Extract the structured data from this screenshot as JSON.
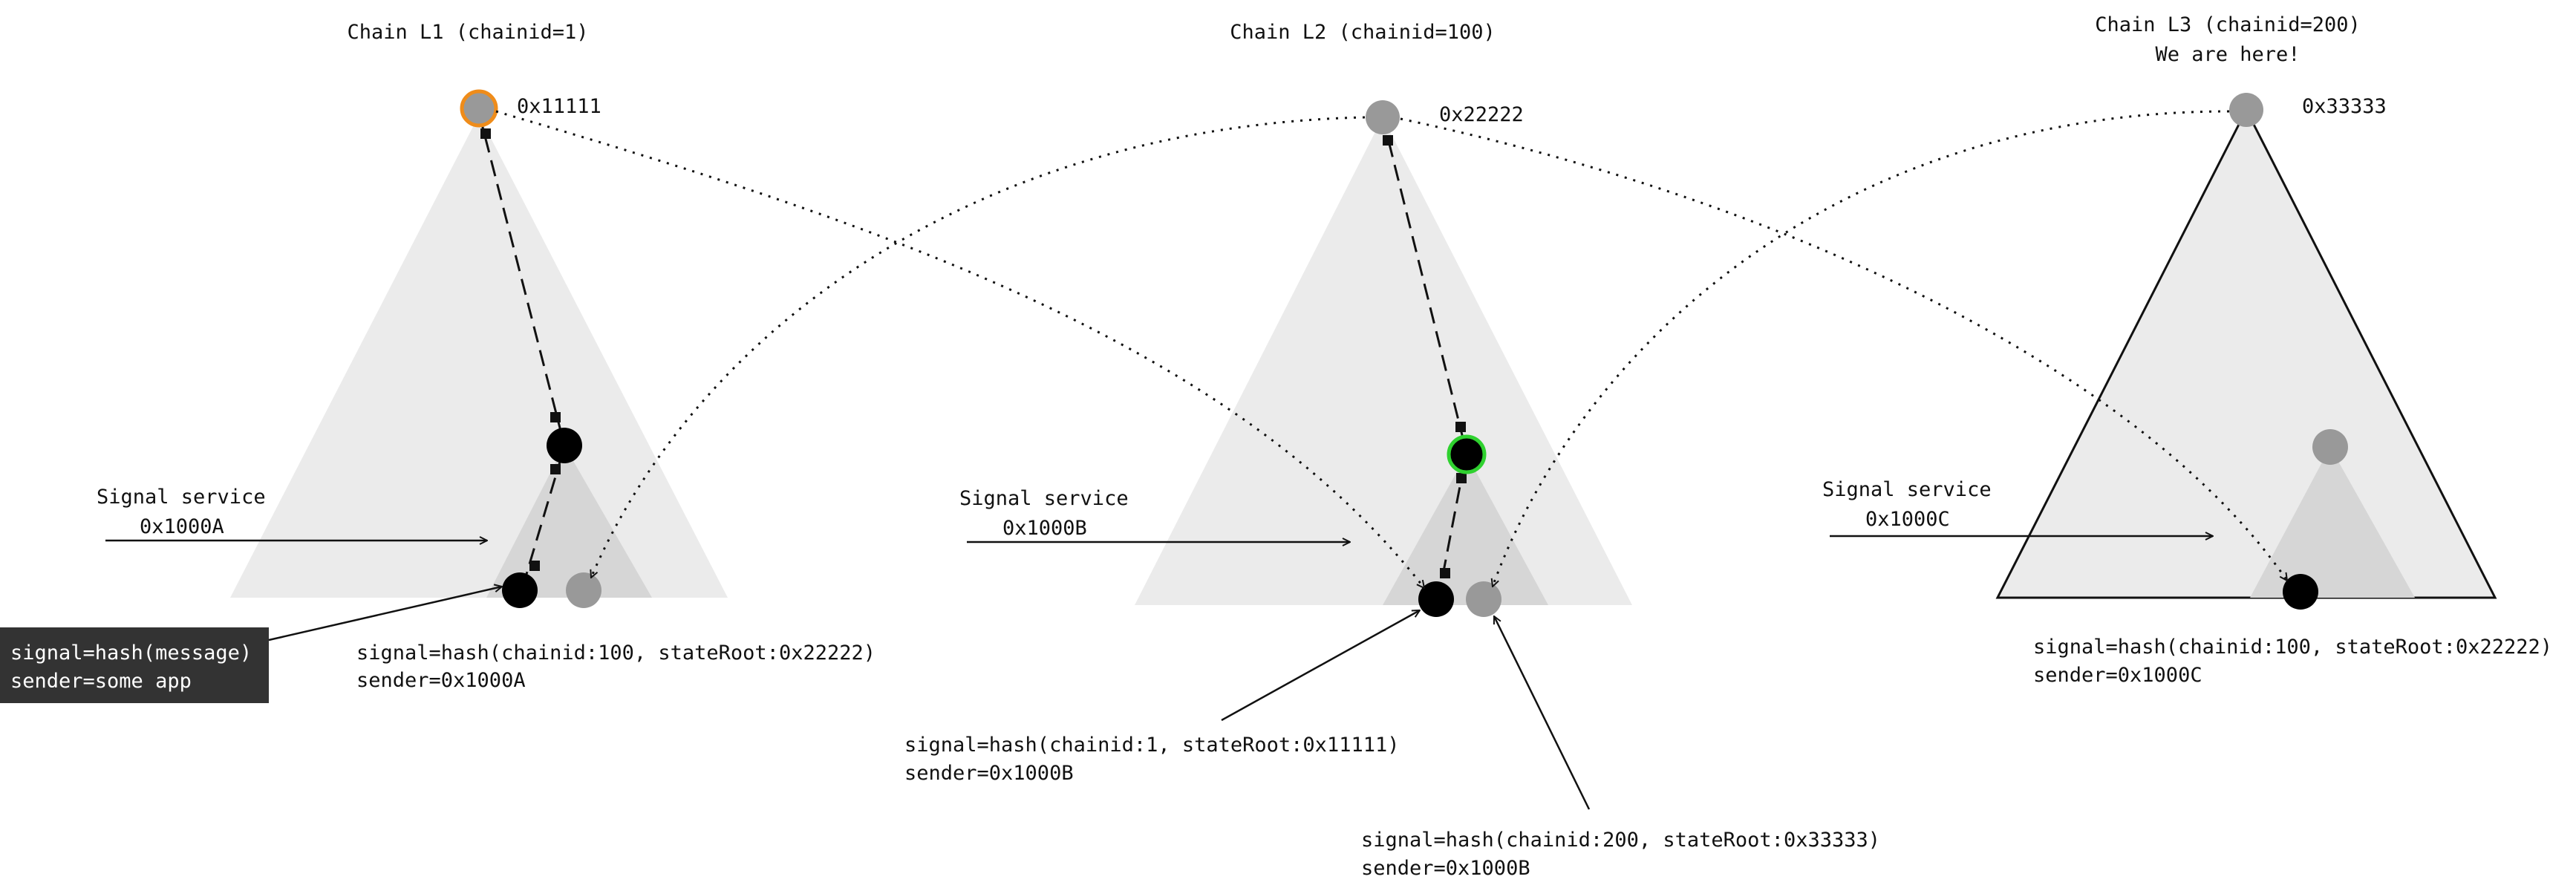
{
  "chains": [
    {
      "title": "Chain L1 (chainid=1)",
      "note": "",
      "state_root": "0x11111",
      "signal_service_label": "Signal service",
      "signal_service_address": "0x1000A",
      "signal_text_line1": "signal=hash(chainid:100, stateRoot:0x22222)",
      "signal_text_line2": "sender=0x1000A"
    },
    {
      "title": "Chain L2 (chainid=100)",
      "note": "",
      "state_root": "0x22222",
      "signal_service_label": "Signal service",
      "signal_service_address": "0x1000B",
      "signal_text_a_line1": "signal=hash(chainid:1, stateRoot:0x11111)",
      "signal_text_a_line2": "sender=0x1000B",
      "signal_text_b_line1": "signal=hash(chainid:200, stateRoot:0x33333)",
      "signal_text_b_line2": "sender=0x1000B"
    },
    {
      "title": "Chain L3 (chainid=200)",
      "note": "We are here!",
      "state_root": "0x33333",
      "signal_service_label": "Signal service",
      "signal_service_address": "0x1000C",
      "signal_text_line1": "signal=hash(chainid:100, stateRoot:0x22222)",
      "signal_text_line2": "sender=0x1000C"
    }
  ],
  "app_message": {
    "line1": "signal=hash(message)",
    "line2": "sender=some app"
  },
  "colors": {
    "outer_triangle": "#ebebeb",
    "inner_triangle": "#d6d6d6",
    "grey_node": "#999999",
    "black_node": "#000000",
    "l1_root_highlight": "#ef8c1a",
    "l2_node_highlight": "#2fd12f",
    "message_box": "#333333"
  }
}
